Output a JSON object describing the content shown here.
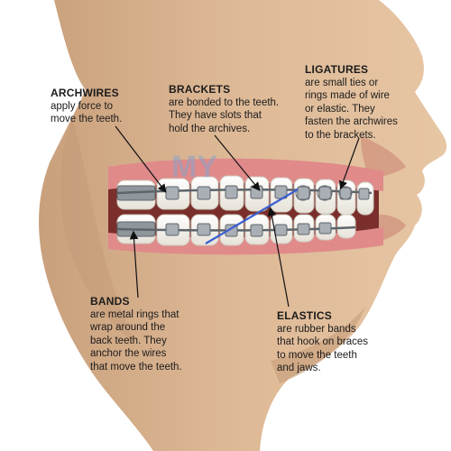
{
  "diagram": {
    "watermark": "MY",
    "labels": {
      "archwires": {
        "title": "ARCHWIRES",
        "lines": [
          "apply force to",
          "move the teeth."
        ]
      },
      "brackets": {
        "title": "BRACKETS",
        "lines": [
          "are bonded to the teeth.",
          "They have slots that",
          "hold the archives."
        ]
      },
      "ligatures": {
        "title": "LIGATURES",
        "lines": [
          "are small ties or",
          "rings made of wire",
          "or elastic. They",
          "fasten the archwires",
          "to the brackets."
        ]
      },
      "bands": {
        "title": "BANDS",
        "lines": [
          "are metal rings that",
          "wrap around the",
          "back teeth. They",
          "anchor the wires",
          "that move the teeth."
        ]
      },
      "elastics": {
        "title": "ELASTICS",
        "lines": [
          "are rubber bands",
          "that hook on braces",
          "to move the teeth",
          "and jaws."
        ]
      }
    },
    "colors": {
      "skin": "#dcb898",
      "skin_shadow": "#c49a76",
      "gum": "#e08a8a",
      "tooth": "#f7f4ec",
      "metal": "#9aa0a6",
      "elastic": "#3b5fd0",
      "arrow": "#111111"
    }
  }
}
